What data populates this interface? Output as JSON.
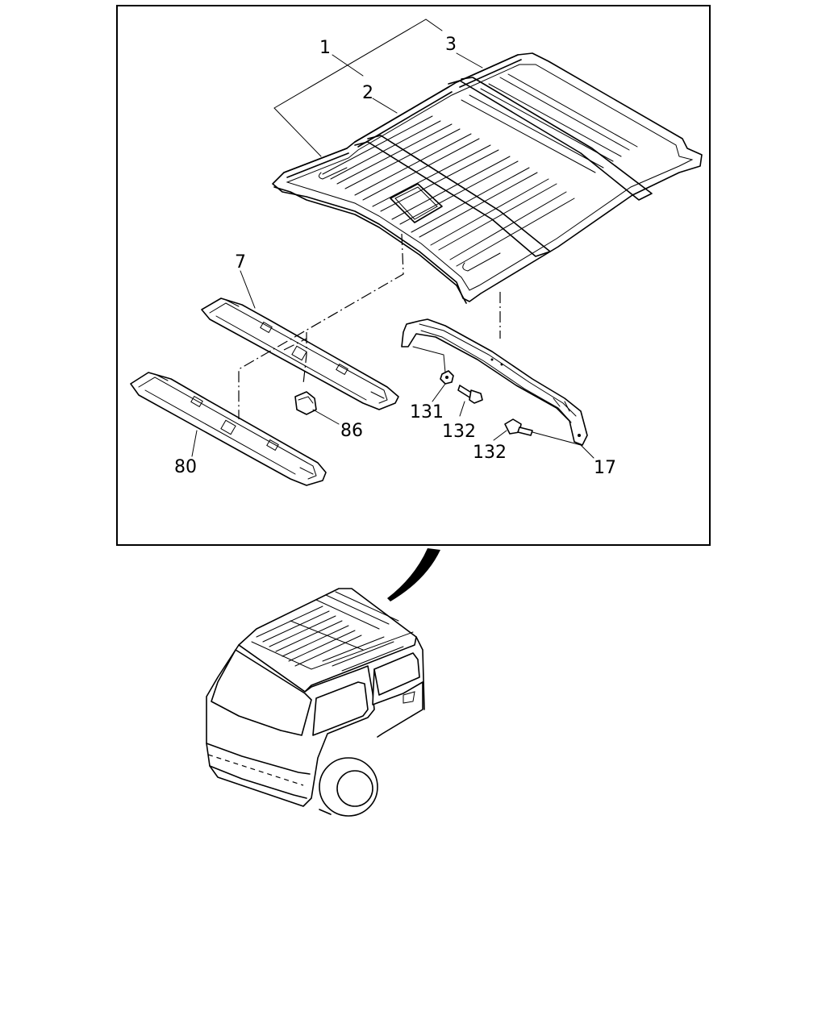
{
  "callouts": {
    "c1": "1",
    "c2": "2",
    "c3": "3",
    "c7": "7",
    "c17": "17",
    "c80": "80",
    "c86": "86",
    "c131": "131",
    "c132a": "132",
    "c132b": "132"
  },
  "colors": {
    "ink": "#000000",
    "paper": "#ffffff"
  }
}
